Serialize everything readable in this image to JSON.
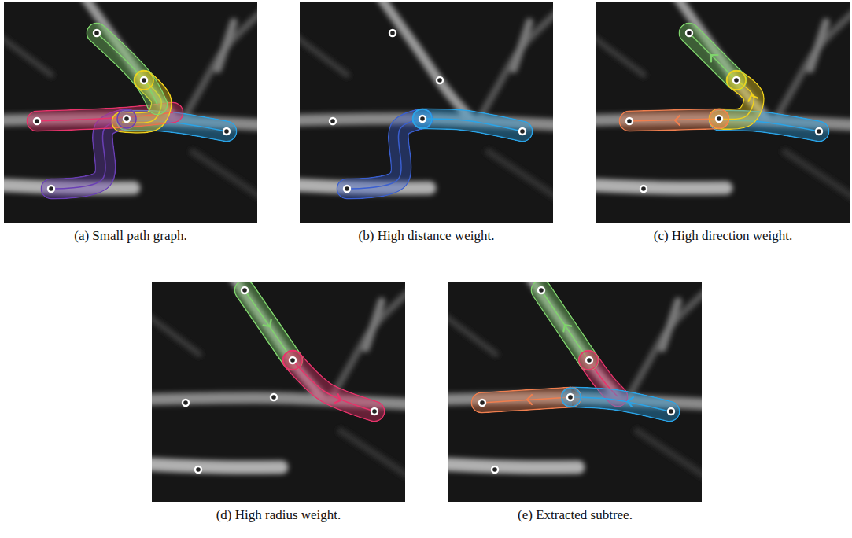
{
  "diagram": {
    "nodes": [
      {
        "text": [
          "(a) Small path graph."
        ]
      },
      {
        "text": [
          "(b) High distance weight."
        ]
      },
      {
        "text": [
          "(c) High direction weight."
        ]
      },
      {
        "text": [
          "(d) High radius weight."
        ]
      },
      {
        "text": [
          "(e) Extracted subtree."
        ]
      }
    ]
  }
}
